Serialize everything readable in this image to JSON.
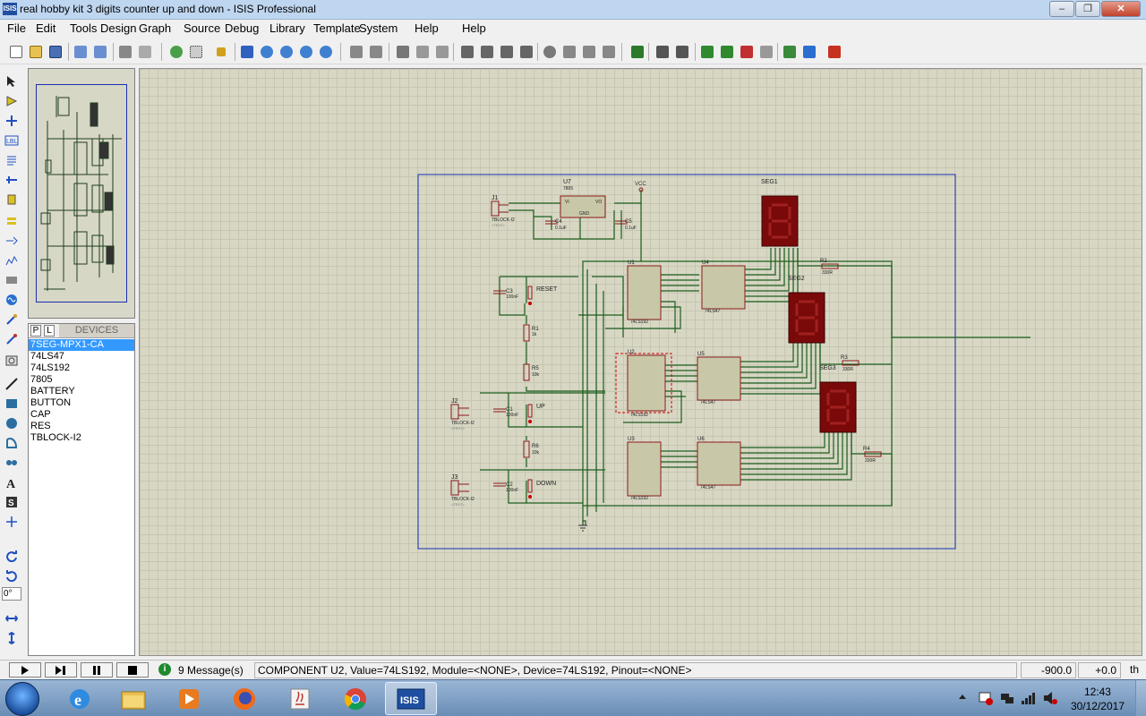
{
  "window": {
    "title": "real hobby kit 3 digits counter up and down - ISIS Professional",
    "app_icon_text": "ISIS",
    "minimize_label": "–",
    "restore_label": "❐",
    "close_label": "✕"
  },
  "menu": [
    "File",
    "Edit",
    "Tools",
    "Design",
    "Graph",
    "Source",
    "Debug",
    "Library",
    "Template",
    "System",
    "Help"
  ],
  "devices_panel": {
    "tab_p": "P",
    "tab_l": "L",
    "title": "DEVICES",
    "items": [
      "7SEG-MPX1-CA",
      "74LS47",
      "74LS192",
      "7805",
      "BATTERY",
      "BUTTON",
      "CAP",
      "RES",
      "TBLOCK-I2"
    ],
    "selected_index": 0
  },
  "rotation": {
    "value": "0°"
  },
  "schematic": {
    "labels": {
      "j1": "J1",
      "j2": "J2",
      "j3": "J3",
      "tblock": "TBLOCK-I2",
      "u7": "U7",
      "u7_type": "7805",
      "c4": "C4",
      "c4_val": "0.1uF",
      "c5": "C5",
      "c5_val": "0.1uF",
      "c3": "C3",
      "c3_val": "100nF",
      "c1": "C1",
      "c1_val": "100nF",
      "c2": "C2",
      "c2_val": "100nF",
      "reset": "RESET",
      "up": "UP",
      "down": "DOWN",
      "r1": "R1",
      "r5": "R5",
      "r6": "R6",
      "r2": "R2",
      "r3": "R3",
      "r4": "R4",
      "r_val": "330R",
      "r1_val": "1k",
      "r_small": "10k",
      "u1": "U1",
      "u2": "U2",
      "u3": "U3",
      "u4": "U4",
      "u5": "U5",
      "u6": "U6",
      "u_type": "74LS192",
      "u_dec": "74LS47",
      "seg1": "SEG1",
      "seg2": "SEG2",
      "seg3": "SEG3",
      "text_tag": "<TEXT>",
      "vcc": "VCC"
    }
  },
  "sim_controls": [
    "play",
    "step",
    "pause",
    "stop"
  ],
  "status": {
    "message_count": "9 Message(s)",
    "component_info": "COMPONENT U2, Value=74LS192, Module=<NONE>, Device=74LS192, Pinout=<NONE>",
    "x_coord": "-900.0",
    "y_coord": "+0.0",
    "units": "th"
  },
  "taskbar": {
    "time": "12:43",
    "date": "30/12/2017",
    "apps": [
      "internet-explorer",
      "file-explorer",
      "media-player",
      "firefox",
      "java",
      "chrome",
      "isis"
    ]
  },
  "colors": {
    "canvas": "#d7d7c4",
    "wire": "#1d5e1d",
    "component": "#8b1a1a",
    "sheet_border": "#1a2fb0",
    "selection": "#3399ff"
  }
}
